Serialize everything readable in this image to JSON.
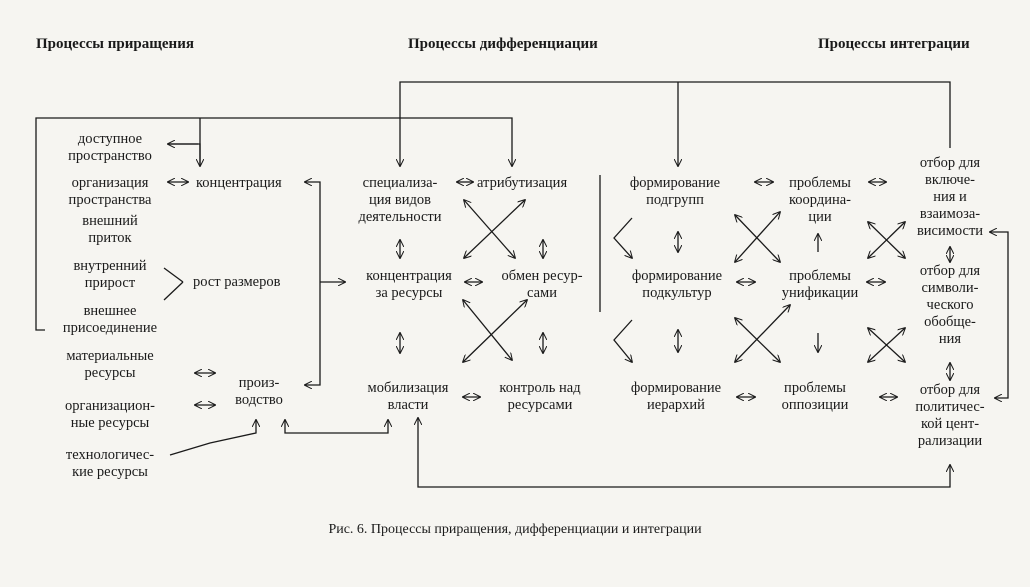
{
  "headers": {
    "increment": "Процессы приращения",
    "differentiation": "Процессы дифференциации",
    "integration": "Процессы интеграции"
  },
  "nodes": {
    "accessible_space": "доступное\nпространство",
    "space_organization": "организация\nпространства",
    "external_inflow": "внешний\nприток",
    "internal_growth": "внутренний\nприрост",
    "external_accession": "внешнее\nприсоединение",
    "material_resources": "материальные\nресурсы",
    "organizational_resources": "организацион-\nные ресурсы",
    "technological_resources": "технологичес-\nкие ресурсы",
    "concentration": "концентрация",
    "size_growth": "рост размеров",
    "production": "произ-\nводство",
    "specialization": "специализа-\nция видов\nдеятельности",
    "attribution": "атрибутизация",
    "resource_concentration": "концентрация\nза ресурсы",
    "resource_exchange": "обмен ресур-\nсами",
    "power_mobilization": "мобилизация\nвласти",
    "resource_control": "контроль над\nресурсами",
    "subgroup_formation": "формирование\nподгрупп",
    "subculture_formation": "формирование\nподкультур",
    "hierarchy_formation": "формирование\nиерархий",
    "coordination_problems": "проблемы\nкоордина-\nции",
    "unification_problems": "проблемы\nунификации",
    "opposition_problems": "проблемы\nоппозиции",
    "selection_inclusion": "отбор для\nвключе-\nния и\nвзаимоза-\nвисимости",
    "selection_symbolic": "отбор для\nсимволи-\nческого\nобобще-\nния",
    "selection_political": "отбор для\nполитичес-\nкой цент-\nрализации"
  },
  "caption": "Рис. 6. Процессы приращения, дифференциации и интеграции"
}
